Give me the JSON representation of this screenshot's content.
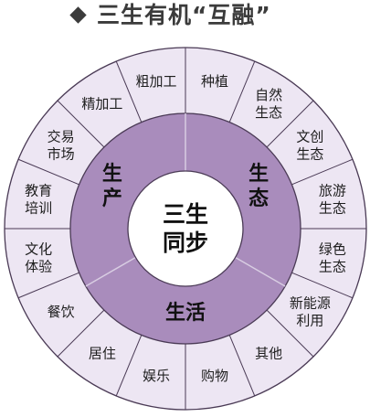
{
  "title": {
    "text": "三生有机“互融”"
  },
  "colors": {
    "outer_fill": "#ede6f3",
    "ring_fill": "#a98cbc",
    "stroke": "#4a3a55",
    "core_fill": "#ffffff",
    "text": "#1e1e1e"
  },
  "core": {
    "lines": [
      "三生",
      "同步"
    ]
  },
  "ring": [
    {
      "name": "生产",
      "lines": [
        "生",
        "产"
      ]
    },
    {
      "name": "生态",
      "lines": [
        "生",
        "态"
      ]
    },
    {
      "name": "生活",
      "lines": [
        "生活"
      ]
    }
  ],
  "segments": [
    {
      "lines": [
        "种植"
      ]
    },
    {
      "lines": [
        "自然",
        "生态"
      ]
    },
    {
      "lines": [
        "文创",
        "生态"
      ]
    },
    {
      "lines": [
        "旅游",
        "生态"
      ]
    },
    {
      "lines": [
        "绿色",
        "生态"
      ]
    },
    {
      "lines": [
        "新能源",
        "利用"
      ]
    },
    {
      "lines": [
        "其他"
      ]
    },
    {
      "lines": [
        "购物"
      ]
    },
    {
      "lines": [
        "娱乐"
      ]
    },
    {
      "lines": [
        "居住"
      ]
    },
    {
      "lines": [
        "餐饮"
      ]
    },
    {
      "lines": [
        "文化",
        "体验"
      ]
    },
    {
      "lines": [
        "教育",
        "培训"
      ]
    },
    {
      "lines": [
        "交易",
        "市场"
      ]
    },
    {
      "lines": [
        "精加工"
      ]
    },
    {
      "lines": [
        "粗加工"
      ]
    }
  ]
}
